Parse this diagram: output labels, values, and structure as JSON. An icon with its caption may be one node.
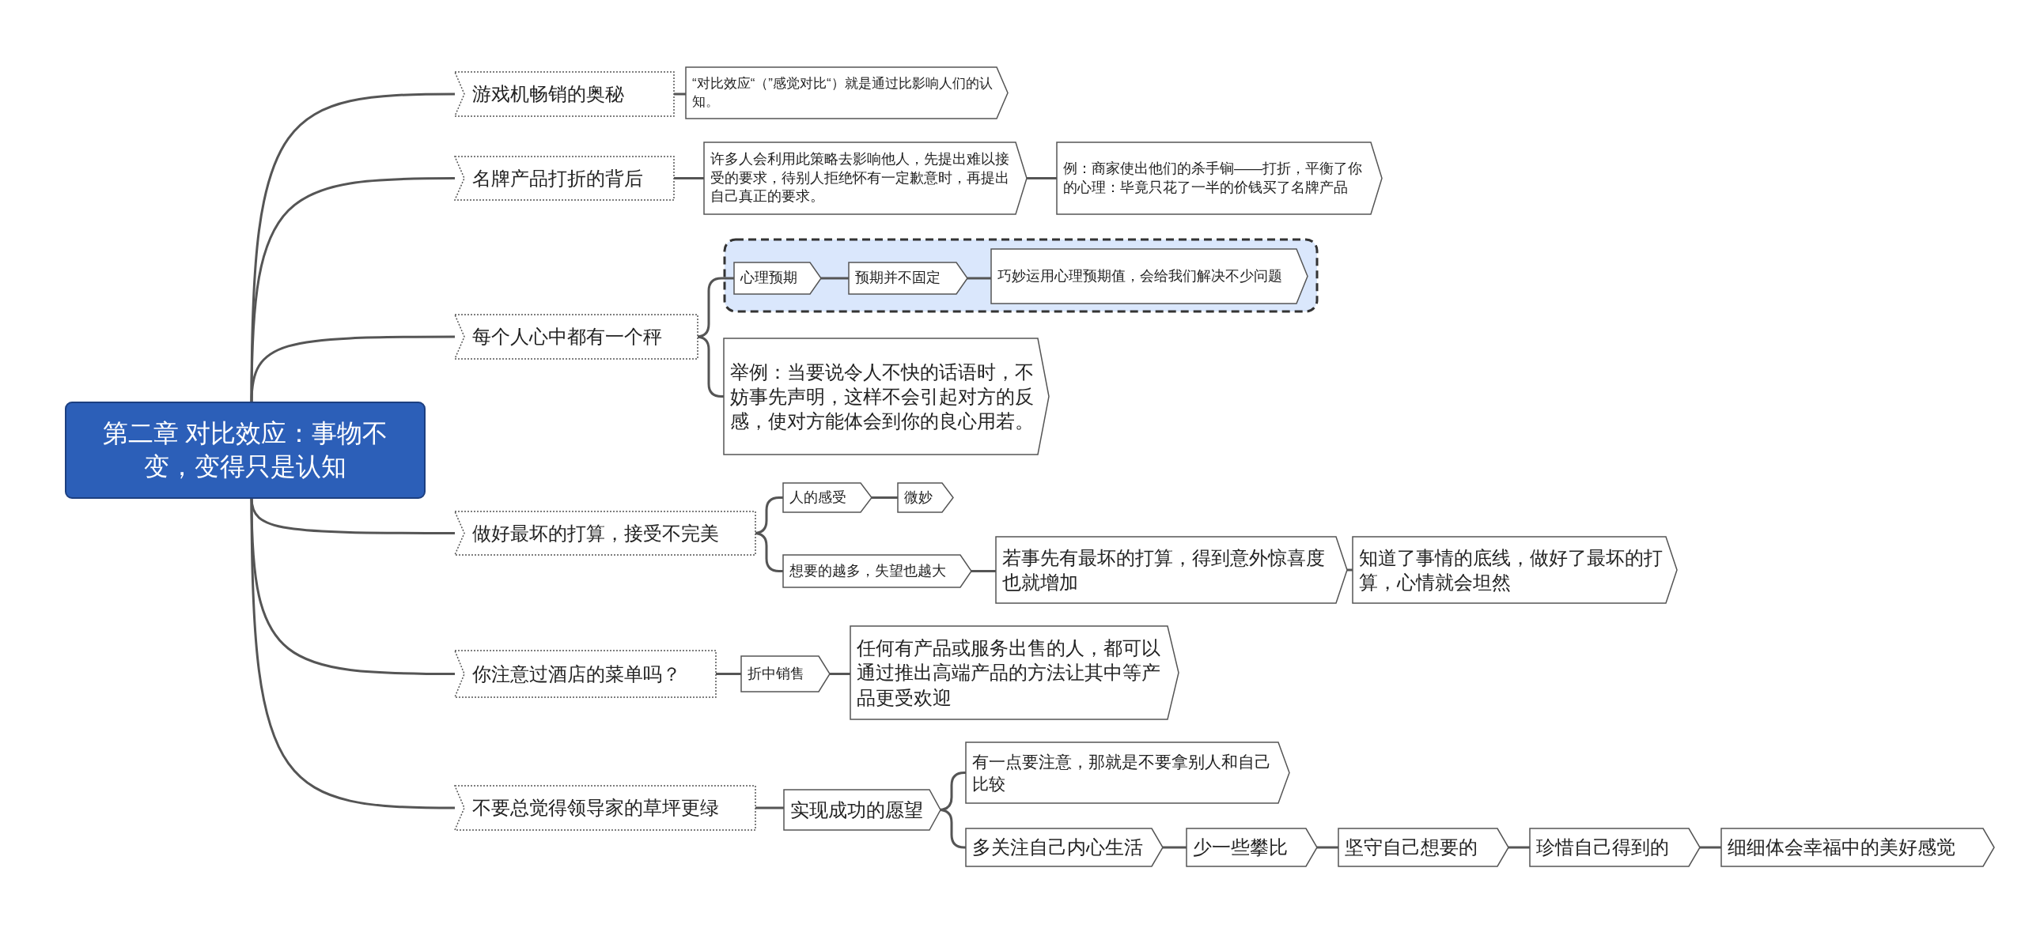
{
  "diagram": {
    "nodes": [
      {
        "text": [
          "第二章 对比效应：事物不变，变得只是认知"
        ]
      },
      {
        "text": [
          "游戏机畅销的奥秘"
        ]
      },
      {
        "text": [
          "“对比效应“（”感觉对比“）就是通过比影响人们的认知。"
        ]
      },
      {
        "text": [
          "名牌产品打折的背后"
        ]
      },
      {
        "text": [
          "许多人会利用此策略去影响他人，先提出难以接受的要求，待别人拒绝怀有一定歉意时，再提出自己真正的要求。"
        ]
      },
      {
        "text": [
          "例：商家使出他们的杀手锏——打折，平衡了你的心理：毕竟只花了一半的价钱买了名牌产品"
        ]
      },
      {
        "text": [
          "每个人心中都有一个秤"
        ]
      },
      {
        "text": [],
        "shape": "box"
      },
      {
        "text": [
          "心理预期"
        ],
        "in": 7
      },
      {
        "text": [
          "预期并不固定"
        ],
        "in": 7
      },
      {
        "text": [
          "巧妙运用心理预期值，会给我们解决不少问题"
        ],
        "in": 7
      },
      {
        "text": [
          "举例：当要说令人不快的话语时，不妨事先声明，这样不会引起对方的反感，使对方能体会到你的良心用若。"
        ]
      },
      {
        "text": [
          "做好最坏的打算，接受不完美"
        ]
      },
      {
        "text": [
          "人的感受"
        ]
      },
      {
        "text": [
          "微妙"
        ]
      },
      {
        "text": [
          "想要的越多，失望也越大"
        ]
      },
      {
        "text": [
          "若事先有最坏的打算，得到意外惊喜度也就增加"
        ]
      },
      {
        "text": [
          "知道了事情的底线，做好了最坏的打算，心情就会坦然"
        ]
      },
      {
        "text": [
          "你注意过酒店的菜单吗？"
        ]
      },
      {
        "text": [
          "折中销售"
        ]
      },
      {
        "text": [
          "任何有产品或服务出售的人，都可以通过推出高端产品的方法让其中等产品更受欢迎"
        ]
      },
      {
        "text": [
          "不要总觉得领导家的草坪更绿"
        ]
      },
      {
        "text": [
          "实现成功的愿望"
        ]
      },
      {
        "text": [
          "有一点要注意，那就是不要拿别人和自己比较"
        ]
      },
      {
        "text": [
          "多关注自己内心生活"
        ]
      },
      {
        "text": [
          "少一些攀比"
        ]
      },
      {
        "text": [
          "坚守自己想要的"
        ]
      },
      {
        "text": [
          "珍惜自己得到的"
        ]
      },
      {
        "text": [
          "细细体会幸福中的美好感觉"
        ]
      }
    ],
    "edges": [
      {
        "from": 0,
        "to": 1,
        "arrow": "none"
      },
      {
        "from": 0,
        "to": 3,
        "arrow": "none"
      },
      {
        "from": 0,
        "to": 6,
        "arrow": "none"
      },
      {
        "from": 0,
        "to": 12,
        "arrow": "none"
      },
      {
        "from": 0,
        "to": 18,
        "arrow": "none"
      },
      {
        "from": 0,
        "to": 21,
        "arrow": "none"
      },
      {
        "from": 1,
        "to": 2,
        "arrow": "none"
      },
      {
        "from": 3,
        "to": 4,
        "arrow": "none"
      },
      {
        "from": 4,
        "to": 5,
        "arrow": "none"
      },
      {
        "from": 6,
        "to": 8,
        "arrow": "none"
      },
      {
        "from": 8,
        "to": 9,
        "arrow": "none"
      },
      {
        "from": 9,
        "to": 10,
        "arrow": "none"
      },
      {
        "from": 6,
        "to": 11,
        "arrow": "none"
      },
      {
        "from": 12,
        "to": 13,
        "arrow": "none"
      },
      {
        "from": 13,
        "to": 14,
        "arrow": "none"
      },
      {
        "from": 12,
        "to": 15,
        "arrow": "none"
      },
      {
        "from": 15,
        "to": 16,
        "arrow": "none"
      },
      {
        "from": 16,
        "to": 17,
        "arrow": "none"
      },
      {
        "from": 18,
        "to": 19,
        "arrow": "none"
      },
      {
        "from": 19,
        "to": 20,
        "arrow": "none"
      },
      {
        "from": 21,
        "to": 22,
        "arrow": "none"
      },
      {
        "from": 22,
        "to": 23,
        "arrow": "none"
      },
      {
        "from": 22,
        "to": 24,
        "arrow": "none"
      },
      {
        "from": 24,
        "to": 25,
        "arrow": "none"
      },
      {
        "from": 25,
        "to": 26,
        "arrow": "none"
      },
      {
        "from": 26,
        "to": 27,
        "arrow": "none"
      },
      {
        "from": 27,
        "to": 28,
        "arrow": "none"
      }
    ]
  }
}
